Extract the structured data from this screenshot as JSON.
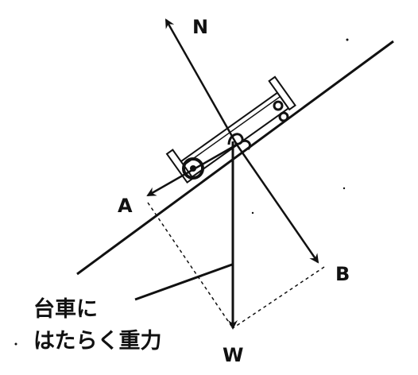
{
  "labels": {
    "normal_force": "N",
    "component_a": "A",
    "component_b": "B",
    "weight": "W"
  },
  "caption": {
    "line1": "台車に",
    "line2": "はたらく重力"
  },
  "colors": {
    "ink": "#111111",
    "background": "#ffffff"
  }
}
